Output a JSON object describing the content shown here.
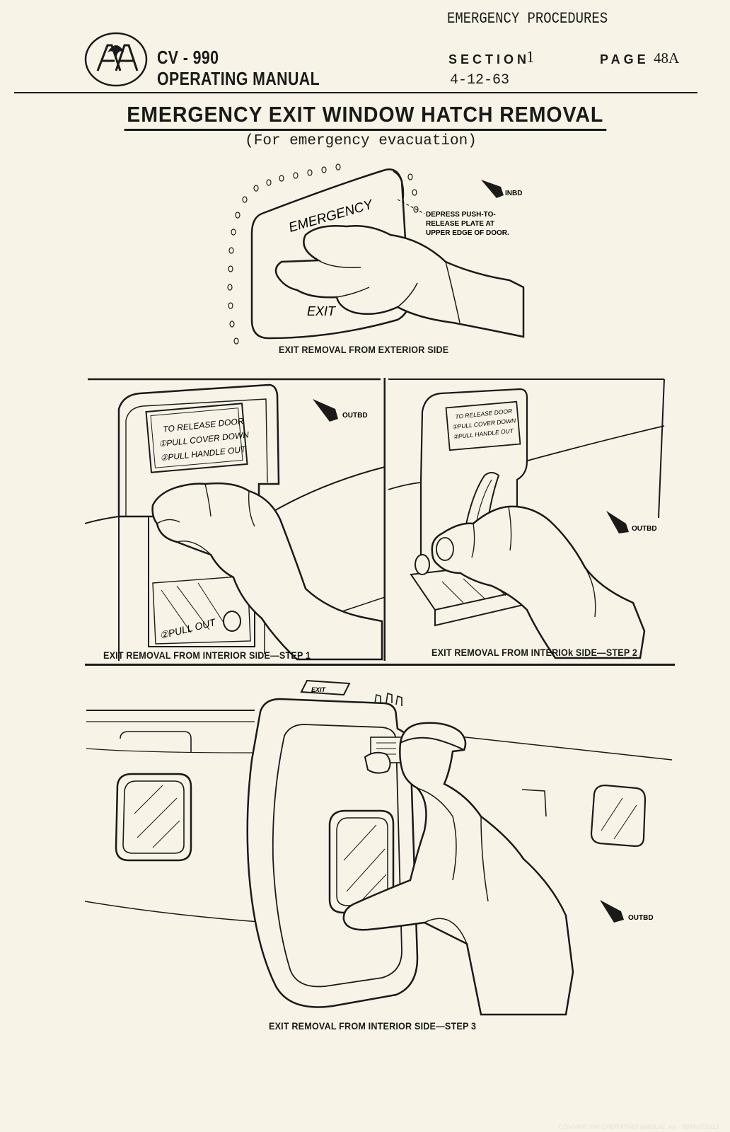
{
  "header": {
    "category": "EMERGENCY PROCEDURES",
    "manual_line1": "CV - 990",
    "manual_line2": "OPERATING MANUAL",
    "section_label": "SECTION",
    "section_value": "1",
    "page_label": "PAGE",
    "page_value": "48A",
    "date": "4-12-63",
    "logo_letters": "AA"
  },
  "title": "EMERGENCY EXIT WINDOW HATCH REMOVAL",
  "subtitle": "(For emergency evacuation)",
  "figures": {
    "exterior": {
      "caption": "EXIT REMOVAL FROM EXTERIOR SIDE",
      "direction": "INBD",
      "panel_text_top": "EMERGENCY",
      "panel_text_bottom": "EXIT",
      "callout_line1": "DEPRESS PUSH-TO-",
      "callout_line2": "RELEASE PLATE AT",
      "callout_line3": "UPPER EDGE OF DOOR."
    },
    "step1": {
      "caption": "EXIT REMOVAL FROM INTERIOR SIDE—STEP 1",
      "direction": "OUTBD",
      "placard_line1": "TO RELEASE DOOR",
      "placard_line2": "①PULL COVER DOWN",
      "placard_line3": "②PULL HANDLE OUT",
      "handle_label": "②PULL OUT"
    },
    "step2": {
      "caption": "EXIT REMOVAL FROM INTERIOk SIDE—STEP 2",
      "direction": "OUTBD",
      "placard_line1": "TO RELEASE DOOR",
      "placard_line2": "①PULL COVER DOWN",
      "placard_line3": "②PULL HANDLE OUT"
    },
    "step3": {
      "caption": "EXIT REMOVAL FROM INTERIOR SIDE—STEP 3",
      "direction": "OUTBD",
      "sign": "EXIT"
    }
  },
  "footer": "CONVAIR 990 OPERATING MANUAL AA - 36KHJ72012"
}
